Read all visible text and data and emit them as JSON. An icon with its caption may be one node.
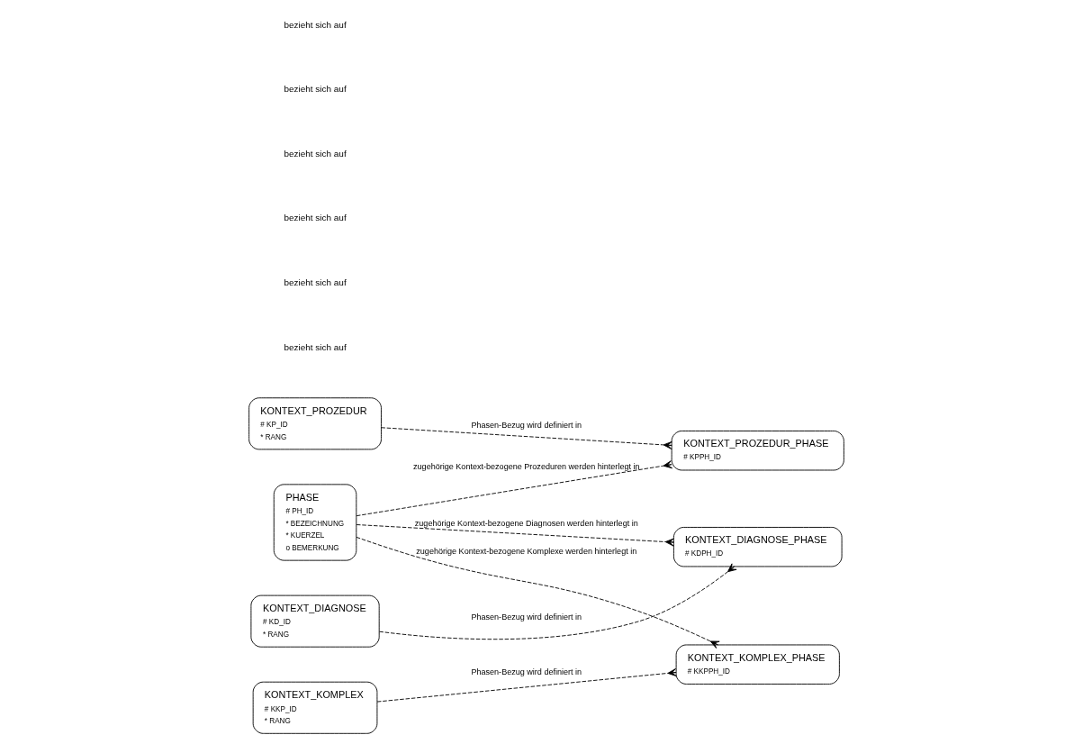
{
  "diagram": {
    "nodes": [
      {
        "text": [
          "KONTEXT_DIAGNOSE",
          "# KD_ID",
          "* RANG"
        ]
      },
      {
        "text": [
          "KONTEXT_DIAGNOSE_PHASE",
          "# KDPH_ID"
        ]
      },
      {
        "text": [
          "KONTEXT_PROZEDUR",
          "# KP_ID",
          "* RANG"
        ]
      },
      {
        "text": [
          "PHASE",
          "# PH_ID",
          "* BEZEICHNUNG",
          "* KUERZEL",
          "o BEMERKUNG"
        ]
      },
      {
        "text": [
          "KONTEXT_PROZEDUR_PHASE",
          "# KPPH_ID"
        ]
      },
      {
        "text": [
          "KONTEXT_KOMPLEX",
          "# KKP_ID",
          "* RANG"
        ]
      },
      {
        "text": [
          "KONTEXT_KOMPLEX_PHASE",
          "# KKPPH_ID"
        ]
      }
    ],
    "edges": [
      {
        "from": 0,
        "to": 1,
        "arrow": "other",
        "label": "Phasen-Bezug wird definiert in",
        "style": "dashed"
      },
      {
        "from": 3,
        "to": 1,
        "arrow": "other",
        "label": "zugehörige Kontext-bezogene Diagnosen werden hinterlegt in",
        "style": "dashed"
      },
      {
        "from": 2,
        "to": 4,
        "arrow": "other",
        "label": "Phasen-Bezug wird definiert in",
        "style": "dashed"
      },
      {
        "from": 3,
        "to": 4,
        "arrow": "other",
        "label": "zugehörige Kontext-bezogene Prozeduren werden hinterlegt in",
        "style": "dashed"
      },
      {
        "from": 5,
        "to": 6,
        "arrow": "other",
        "label": "Phasen-Bezug wird definiert in",
        "style": "dashed"
      },
      {
        "from": 3,
        "to": 6,
        "arrow": "other",
        "label": "zugehörige Kontext-bezogene Komplexe werden hinterlegt in",
        "style": "dashed"
      }
    ],
    "labels": [
      "bezieht sich auf",
      "bezieht sich auf",
      "bezieht sich auf",
      "bezieht sich auf",
      "bezieht sich auf",
      "bezieht sich auf"
    ]
  }
}
